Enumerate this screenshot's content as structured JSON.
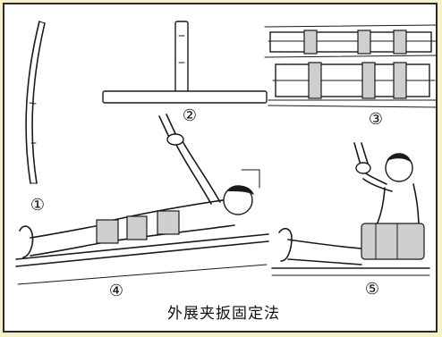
{
  "labels": {
    "fig1": "①",
    "fig2": "②",
    "fig3": "③",
    "fig4": "④",
    "fig5": "⑤"
  },
  "caption": "外展夹扳固定法"
}
